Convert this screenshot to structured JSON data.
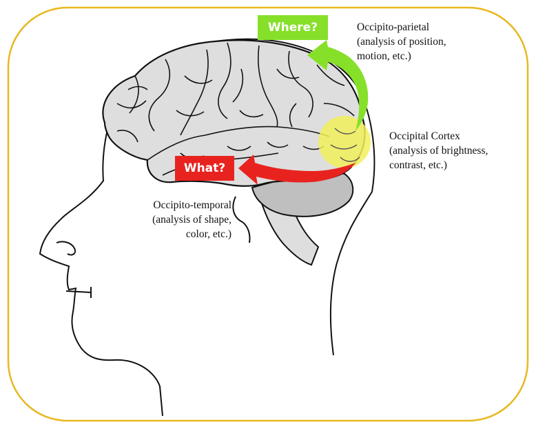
{
  "colors": {
    "frame": "#e8b81f",
    "brain_fill": "#dedede",
    "cerebellum_fill": "#bfbfbf",
    "occipital_highlight": "#f2f05a",
    "where_stream": "#86e02a",
    "what_stream": "#e8231f"
  },
  "tags": {
    "where": "Where?",
    "what": "What?"
  },
  "labels": {
    "occipito_parietal": {
      "line1": "Occipito-parietal",
      "line2": "(analysis of position,",
      "line3": "motion,  etc.)"
    },
    "occipital_cortex": {
      "line1": "Occipital Cortex",
      "line2": "(analysis of brightness,",
      "line3": "contrast, etc.)"
    },
    "occipito_temporal": {
      "line1": "Occipito-temporal",
      "line2": "(analysis of shape,",
      "line3": "color, etc.)"
    }
  }
}
